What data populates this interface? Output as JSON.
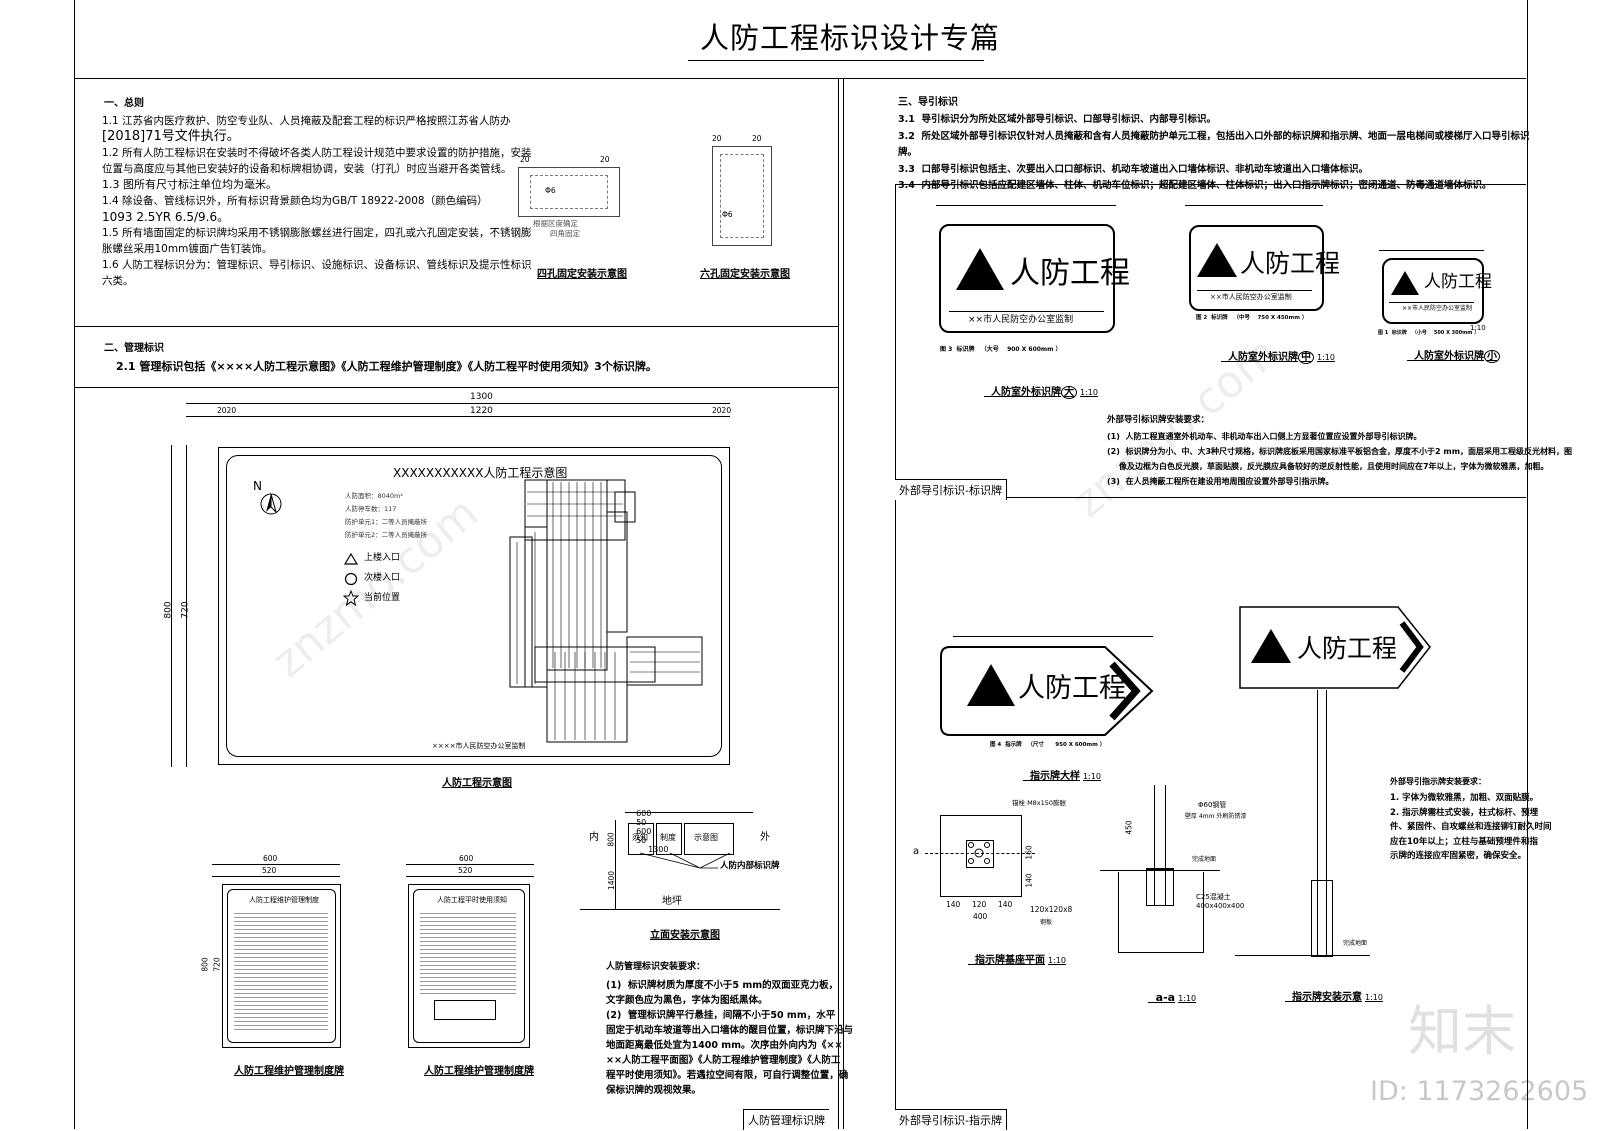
{
  "title": "人防工程标识设计专篇",
  "left_top": {
    "general_heading": "一、总则",
    "general_lines": [
      "1.1 江苏省内医疗救护、防空专业队、人员掩蔽及配套工程的标识严格按照江苏省人防办",
      "[2018]71号文件执行。",
      "1.2 所有人防工程标识在安装时不得破坏各类人防工程设计规范中要求设置的防护措施，安装",
      "位置与高度应与其他已安装好的设备和标牌相协调，安装（打孔）时应当避开各类管线。",
      "1.3 图所有尺寸标注单位均为毫米。",
      "1.4 除设备、管线标识外，所有标识背景颜色均为GB/T 18922-2008（颜色编码）",
      "1093 2.5YR 6.5/9.6。",
      "1.5 所有墙面固定的标识牌均采用不锈钢膨胀螺丝进行固定，四孔或六孔固定安装，不锈钢膨",
      "胀螺丝采用10mm镀面广告钉装饰。",
      "1.6 人防工程标识分为：管理标识、导引标识、设施标识、设备标识、管线标识及提示性标识",
      "六类。"
    ],
    "four_hole_caption": "四孔固定安装示意图",
    "six_hole_caption": "六孔固定安装示意图",
    "hole_dim": "20",
    "hole_diameter": "Φ6",
    "hole_note": "根据区度确定",
    "four_corner_note": "四角固定",
    "mgmt_heading": "二、管理标识",
    "mgmt_line": "2.1 管理标识包括《××××人防工程示意图》《人防工程维护管理制度》《人防工程平时使用须知》3个标识牌。"
  },
  "left_bottom": {
    "dims": {
      "overall_w": "1300",
      "inner_w": "1220",
      "margin_20": "2020",
      "overall_h": "800",
      "inner_h": "720"
    },
    "map_title": "XXXXXXXXXXX人防工程示意图",
    "north": "N",
    "info_lines": [
      "人防面积：8040m²",
      "人防停车数：117",
      "防护单元1：二等人员掩蔽所",
      "防护单元2：二等人员掩蔽所"
    ],
    "legend": [
      "上楼入口",
      "次楼入口",
      "当前位置"
    ],
    "footer": "××××市人民防空办公室监制",
    "map_caption": "人防工程示意图",
    "elev_dims": [
      "600",
      "50",
      "600",
      "50",
      "1300"
    ],
    "elev_inside": "内",
    "elev_outside": "外",
    "elev_boxes": [
      "须知",
      "制度",
      "示意图"
    ],
    "elev_h1": "800",
    "elev_h2": "1400",
    "elev_ground": "地坪",
    "elev_leader": "人防内部标识牌",
    "elev_caption": "立面安装示意图",
    "board_w": "600",
    "board_inner": "520",
    "board_h": "800",
    "board_inner_h": "720",
    "board1_title": "人防工程维护管理制度",
    "board2_title": "人防工程平时使用须知",
    "board1_caption": "人防工程维护管理制度牌",
    "board2_caption": "人防工程维护管理制度牌",
    "install_heading": "人防管理标识安装要求：",
    "install_lines": [
      "(1)  标识牌材质为厚度不小于5 mm的双面亚克力板，",
      "文字颜色应为黑色，字体为图纸黑体。",
      "(2)  管理标识牌平行悬挂，间隔不小于50 mm，水平",
      "固定于机动车坡道等出入口墙体的醒目位置，标识牌下沿与",
      "地面距离最低处宜为1400 mm。次序由外向内为《××",
      "××人防工程平面图》《人防工程维护管理制度》《人防工",
      "程平时使用须知》。若遇拉空间有限，可自行调整位置，确",
      "保标识牌的观视效果。"
    ],
    "panel_label": "人防管理标识牌"
  },
  "right_top": {
    "heading": "三、导引标识",
    "lines": [
      "3.1  导引标识分为所处区域外部导引标识、口部导引标识、内部导引标识。",
      "3.2  所处区域外部导引标识仅针对人员掩蔽和含有人员掩蔽防护单元工程，包括出入口外部的标识牌和指示牌、地面一层电梯间或楼梯厅入口导引标识",
      "牌。",
      "3.3  口部导引标识包括主、次要出入口口部标识、机动车坡道出入口墙体标识、非机动车坡道出入口墙体标识。",
      "3.4  内部导引标识包括应配建区墙体、柱体、机动车位标识；超配建区墙体、柱体标识；出入口指示牌标识；密闭通道、防毒通道墙体标识。"
    ],
    "sign_text": "人防工程",
    "sign_sub": "××市人民防空办公室监制",
    "large_caption": "人防室外标识牌",
    "large_size": "大",
    "mid_caption": "人防室外标识牌",
    "mid_size": "中",
    "small_caption": "人防室外标识牌",
    "small_size": "小",
    "scale": "1:10",
    "large_spec": "图 3  标识牌   （大号    900 X 600mm ）",
    "mid_spec": "图 2  标识牌   （中号    750 X 450mm ）",
    "small_spec": "图 1  标识牌   （小号    500 X 300mm ）",
    "req_heading": "外部导引标识牌安装要求：",
    "req_lines": [
      "(1)  人防工程直通室外机动车、非机动车出入口侧上方显著位置应设置外部导引标识牌。",
      "(2)  标识牌分为小、中、大3种尺寸规格，标识牌底板采用国家标准平板铝合金，厚度不小于2 mm，面层采用工程级反光材料，图",
      "像及边框为白色反光膜，草面贴膜，反光膜应具备较好的逆反射性能，且使用时间应在7年以上，字体为微软雅黑，加粗。",
      "(3)  在人员掩蔽工程所在建设用地周围应设置外部导引指示牌。"
    ],
    "panel_label": "外部导引标识-标识牌"
  },
  "right_bottom": {
    "arrow_sign_text": "人防工程",
    "arrow_spec": "图 4  指示牌   （尺寸      950 X 600mm ）",
    "arrow_caption": "指示牌大样",
    "base_caption": "指示牌基座平面",
    "section_caption": "a-a",
    "install_caption": "指示牌安装示意",
    "scale": "1:10",
    "base_labels": [
      "锚栓 M8x150膨胀",
      "140",
      "120",
      "140",
      "400",
      "120x120x8",
      "钢板",
      "160",
      "140",
      "a"
    ],
    "section_labels": [
      "Φ60钢管",
      "壁厚 4mm 外刷防锈漆",
      "450",
      "完成地面",
      "C25混凝土",
      "400x400x400"
    ],
    "pole_label": "完成地面",
    "req_heading": "外部导引指示牌安装要求：",
    "req_lines": [
      "1. 字体为微软雅黑，加粗、双面贴膜。",
      "2. 指示牌需柱式安装，柱式标杆、预埋",
      "件、紧固件、自攻螺丝和连接铆钉耐久时间",
      "应在10年以上；立柱与基础预埋件和指",
      "示牌的连接应牢固紧密，确保安全。"
    ],
    "panel_label": "外部导引标识-指示牌"
  },
  "watermark": {
    "brand": "知末",
    "id": "ID: 1173262605",
    "site": "znzmo.com"
  }
}
